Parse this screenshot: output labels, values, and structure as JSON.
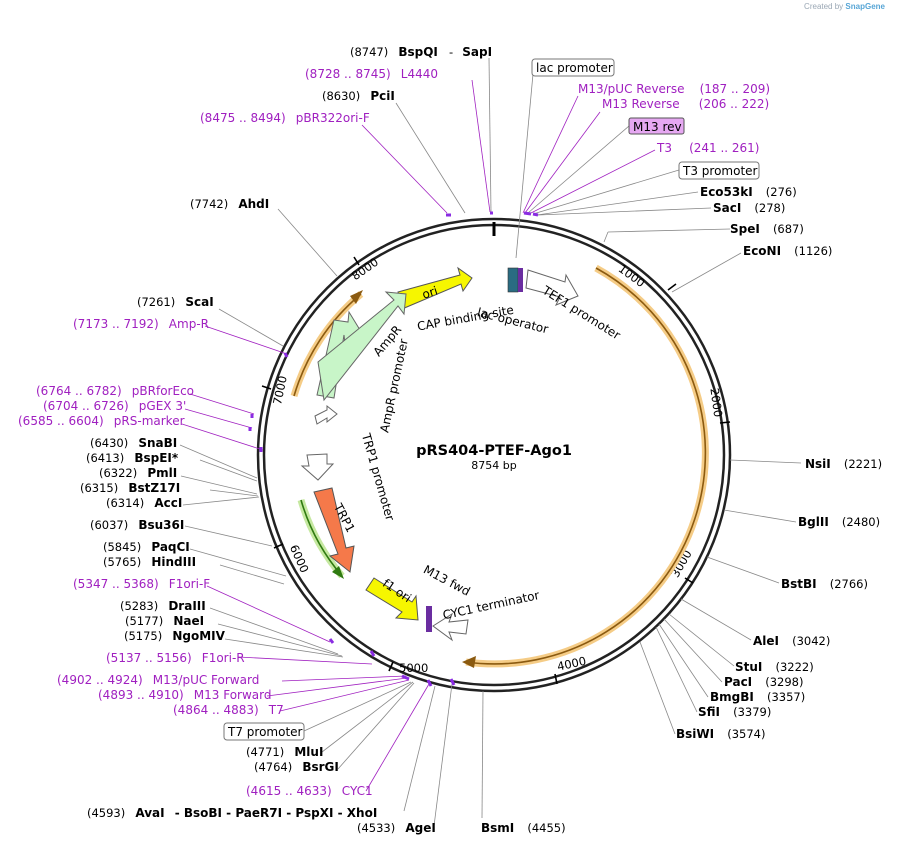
{
  "credit": {
    "prefix": "Created by",
    "brand": "SnapGene"
  },
  "plasmid": {
    "name": "pRS404-PTEF-Ago1",
    "size_label": "8754 bp"
  },
  "ticks": [
    "1000",
    "2000",
    "3000",
    "4000",
    "5000",
    "6000",
    "7000",
    "8000"
  ],
  "features": {
    "ori": "ori",
    "ampr": "AmpR",
    "ampr_promoter": "AmpR promoter",
    "trp1_promoter": "TRP1 promoter",
    "trp1": "TRP1",
    "f1ori": "f1 ori",
    "cap": "CAP binding site",
    "lac_operator": "lac operator",
    "tef1": "TEF1 promoter",
    "m13fwd": "M13 fwd",
    "cyc1": "CYC1 terminator"
  },
  "boxes": {
    "lac": "lac promoter",
    "m13rev": "M13 rev",
    "t3": "T3 promoter",
    "t7": "T7 promoter"
  },
  "sites": [
    {
      "pos": "(8747)",
      "name": "BspQI",
      "sep": "-",
      "name2": "SapI"
    },
    {
      "pos": "(8728 .. 8745)",
      "name": "L4440"
    },
    {
      "pos": "(8630)",
      "name": "PciI"
    },
    {
      "pos": "(8475 .. 8494)",
      "name": "pBR322ori-F"
    },
    {
      "pos": "(7742)",
      "name": "AhdI"
    },
    {
      "pos": "(7261)",
      "name": "ScaI"
    },
    {
      "pos": "(7173 .. 7192)",
      "name": "Amp-R"
    },
    {
      "pos": "(6764 .. 6782)",
      "name": "pBRforEco"
    },
    {
      "pos": "(6704 .. 6726)",
      "name": "pGEX 3'"
    },
    {
      "pos": "(6585 .. 6604)",
      "name": "pRS-marker"
    },
    {
      "pos": "(6430)",
      "name": "SnaBI"
    },
    {
      "pos": "(6413)",
      "name": "BspEI*"
    },
    {
      "pos": "(6322)",
      "name": "PmlI"
    },
    {
      "pos": "(6315)",
      "name": "BstZ17I"
    },
    {
      "pos": "(6314)",
      "name": "AccI"
    },
    {
      "pos": "(6037)",
      "name": "Bsu36I"
    },
    {
      "pos": "(5845)",
      "name": "PaqCI"
    },
    {
      "pos": "(5765)",
      "name": "HindIII"
    },
    {
      "pos": "(5347 .. 5368)",
      "name": "F1ori-F"
    },
    {
      "pos": "(5283)",
      "name": "DraIII"
    },
    {
      "pos": "(5177)",
      "name": "NaeI"
    },
    {
      "pos": "(5175)",
      "name": "NgoMIV"
    },
    {
      "pos": "(5137 .. 5156)",
      "name": "F1ori-R"
    },
    {
      "pos": "(4902 .. 4924)",
      "name": "M13/pUC Forward"
    },
    {
      "pos": "(4893 .. 4910)",
      "name": "M13 Forward"
    },
    {
      "pos": "(4864 .. 4883)",
      "name": "T7"
    },
    {
      "pos": "(4771)",
      "name": "MluI"
    },
    {
      "pos": "(4764)",
      "name": "BsrGI"
    },
    {
      "pos": "(4615 .. 4633)",
      "name": "CYC1"
    },
    {
      "pos": "(4593)",
      "name": "AvaI",
      "rest": "- BsoBI - PaeR7I - PspXI - XhoI"
    },
    {
      "pos": "(4533)",
      "name": "AgeI"
    },
    {
      "pos": "(4455)",
      "name": "BsmI"
    },
    {
      "pos": "(187 .. 209)",
      "name": "M13/pUC Reverse"
    },
    {
      "pos": "(206 .. 222)",
      "name": "M13 Reverse"
    },
    {
      "pos": "(241 .. 261)",
      "name": "T3"
    },
    {
      "pos": "(276)",
      "name": "Eco53kI"
    },
    {
      "pos": "(278)",
      "name": "SacI"
    },
    {
      "pos": "(687)",
      "name": "SpeI"
    },
    {
      "pos": "(1126)",
      "name": "EcoNI"
    },
    {
      "pos": "(2221)",
      "name": "NsiI"
    },
    {
      "pos": "(2480)",
      "name": "BglII"
    },
    {
      "pos": "(2766)",
      "name": "BstBI"
    },
    {
      "pos": "(3042)",
      "name": "AleI"
    },
    {
      "pos": "(3222)",
      "name": "StuI"
    },
    {
      "pos": "(3298)",
      "name": "PacI"
    },
    {
      "pos": "(3357)",
      "name": "BmgBI"
    },
    {
      "pos": "(3379)",
      "name": "SfiI"
    },
    {
      "pos": "(3574)",
      "name": "BsiWI"
    }
  ]
}
